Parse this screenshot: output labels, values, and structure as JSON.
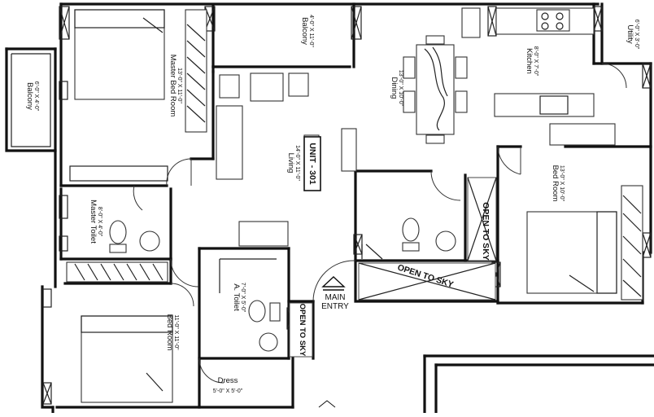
{
  "unit_label": "UNIT - 301",
  "entry_label": "MAIN ENTRY",
  "rooms": {
    "balcony_left": {
      "name": "Balcony",
      "dim": "6'-0\" X 4'-0\""
    },
    "master_bed": {
      "name": "Master Bed Room",
      "dim": "13'-0\" X 11'-0\""
    },
    "balcony_top": {
      "name": "Balcony",
      "dim": "4'-0\" X 11'-0\""
    },
    "dining": {
      "name": "Dining",
      "dim": "13'-0\" X 10'-0\""
    },
    "kitchen": {
      "name": "Kitchen",
      "dim": "8'-0\" X 7'-0\""
    },
    "utility": {
      "name": "Utility",
      "dim": "6'-0\" X 3'-0\""
    },
    "living": {
      "name": "Living",
      "dim": "14'-0\" X 11'-0\""
    },
    "master_toilet": {
      "name": "Master Toilet",
      "dim": "8'-0\" X 4'-0\""
    },
    "bed_right": {
      "name": "Bed Room",
      "dim": "13'-0\" X 10'-0\""
    },
    "a_toilet": {
      "name": "A. Toilet",
      "dim": "7'-0\" X 5'-0\""
    },
    "bed_left": {
      "name": "Bed Room",
      "dim": "11'-0\" X 11'-0\""
    },
    "dress": {
      "name": "Dress",
      "dim": "5'-0\" X 5'-0\""
    }
  },
  "open_to_sky": {
    "horizontal": "OPEN TO SKY",
    "vertical_right": "OPEN TO SKY",
    "vertical_small": "OPEN TO SKY"
  }
}
